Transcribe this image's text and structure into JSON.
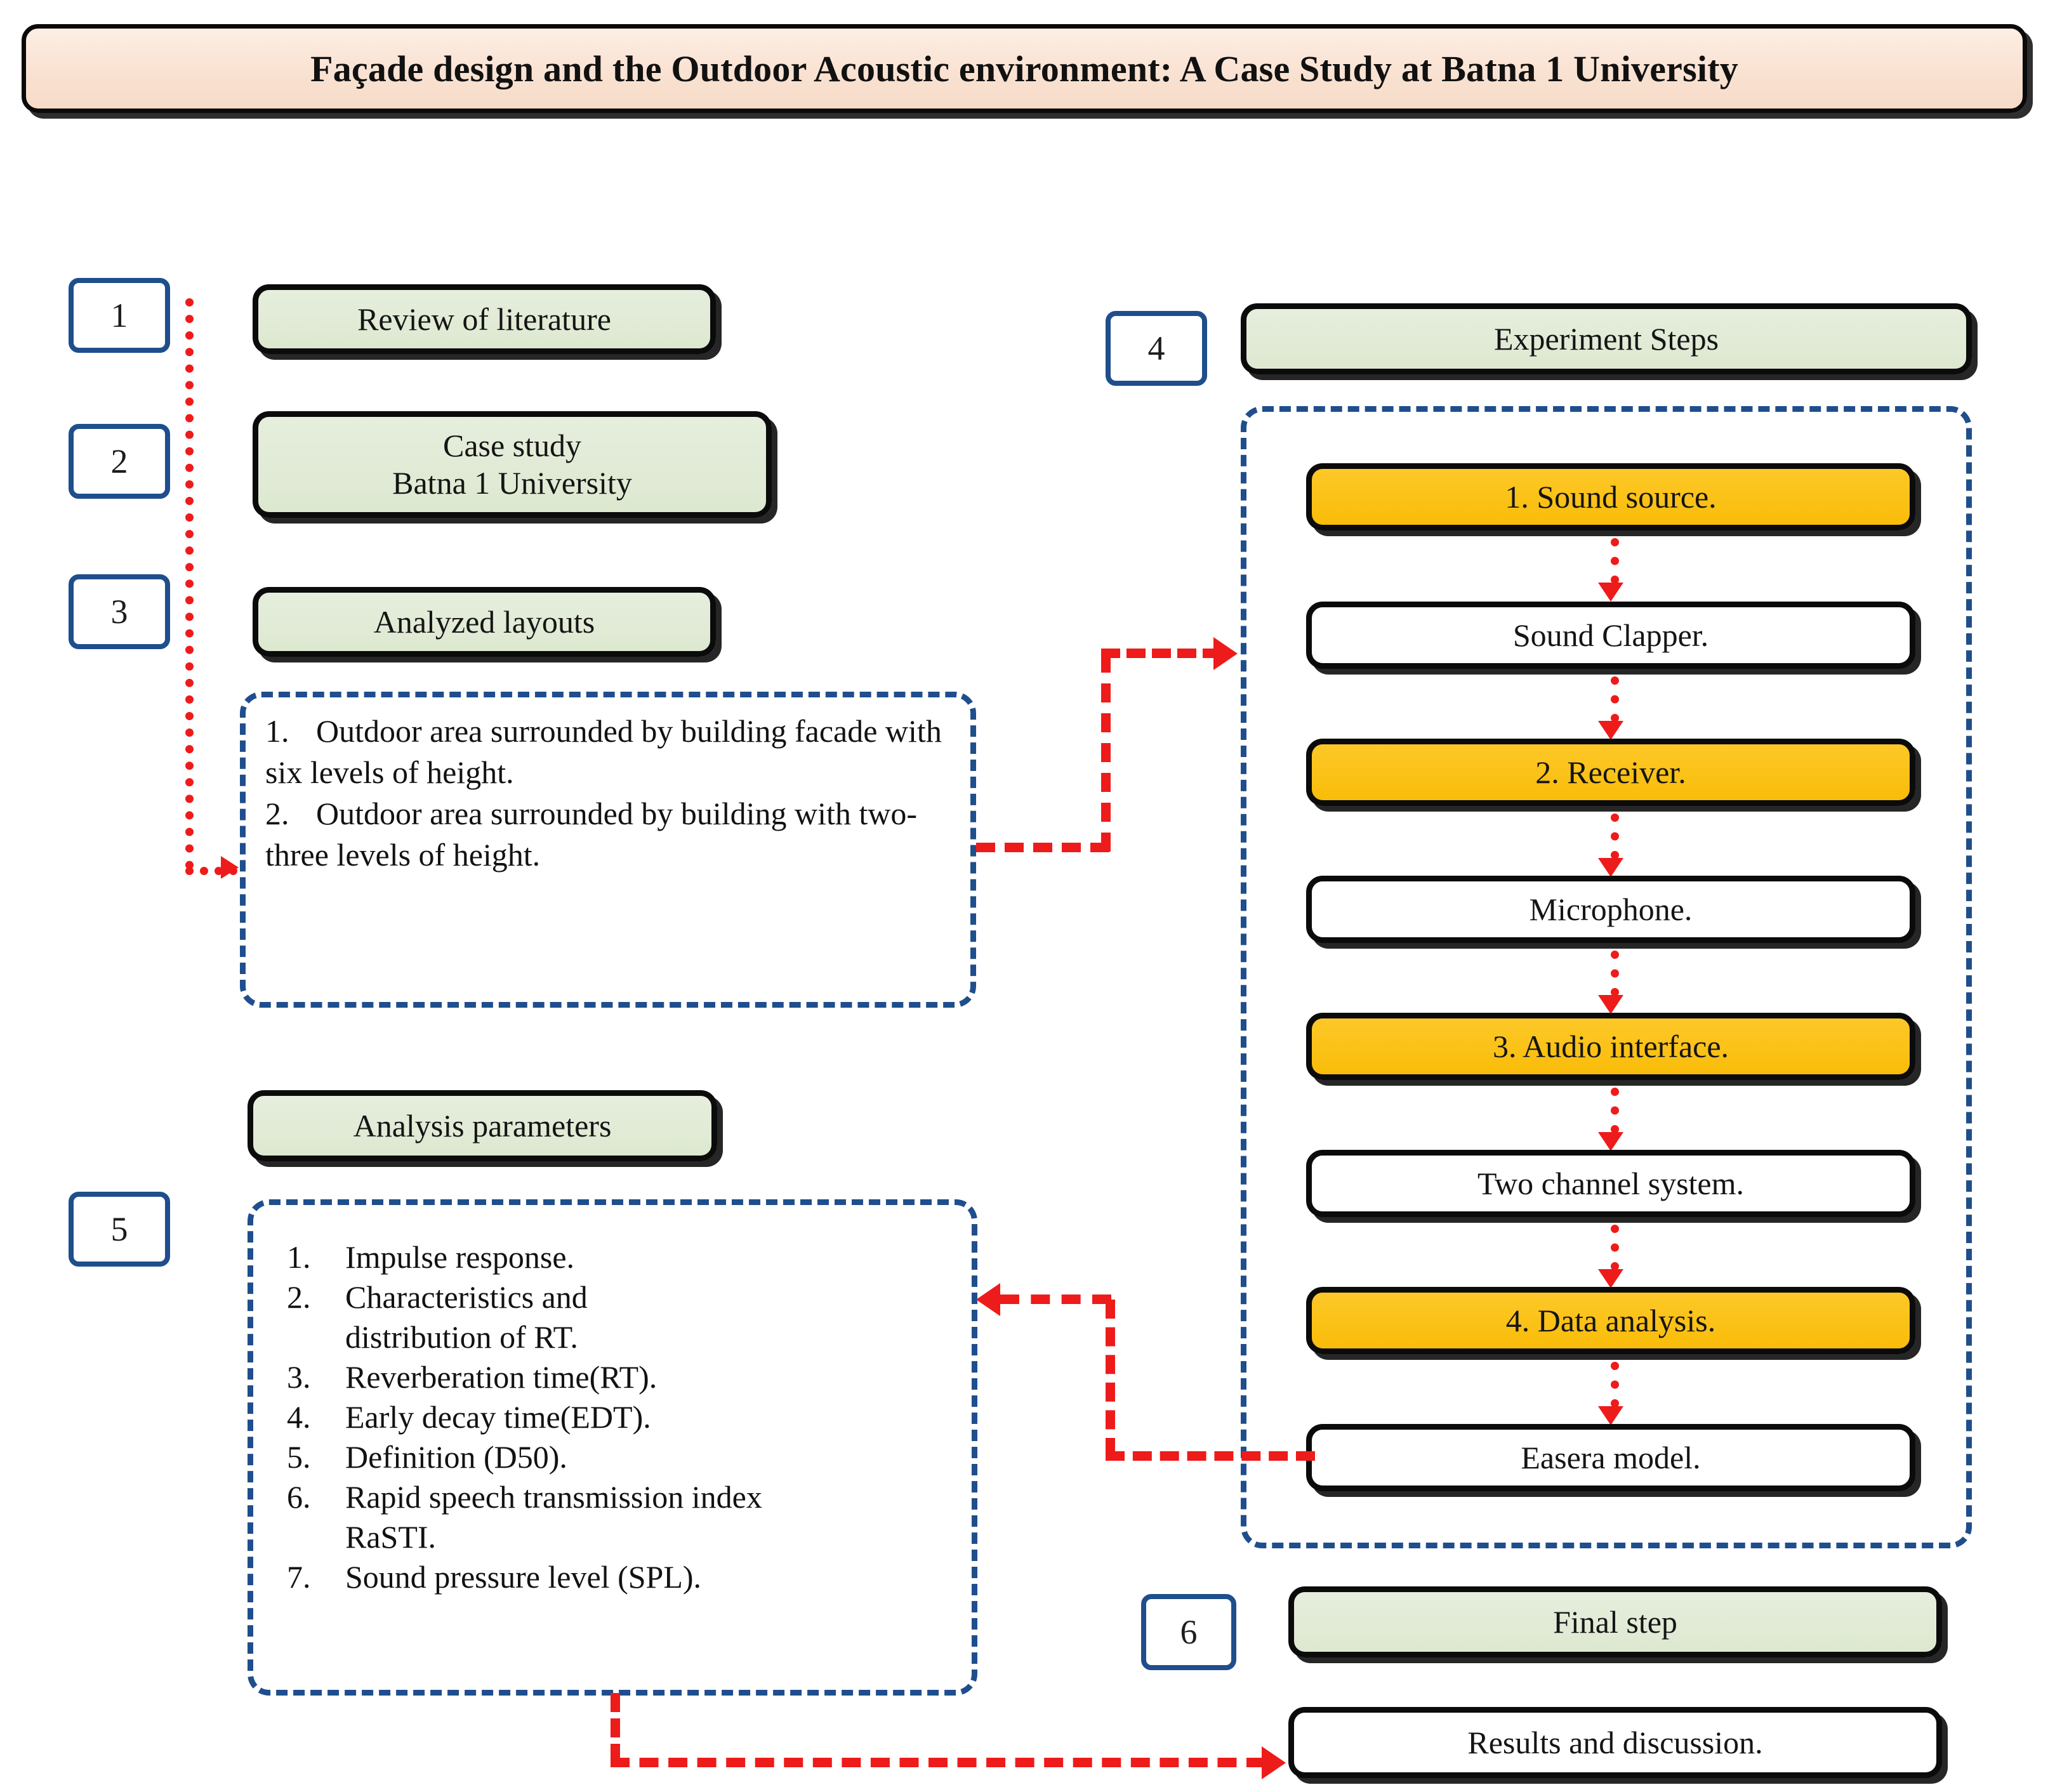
{
  "title": {
    "text": "Façade design and the Outdoor Acoustic environment: A Case Study at Batna 1 University"
  },
  "badges": {
    "one": "1",
    "two": "2",
    "three": "3",
    "four": "4",
    "five": "5",
    "six": "6"
  },
  "left_column": {
    "review_of_literature": "Review of literature",
    "case_study_line1": "Case study",
    "case_study_line2": "Batna 1 University",
    "analyzed_layouts": "Analyzed layouts",
    "analysis_parameters": "Analysis parameters"
  },
  "layouts_list": {
    "items": [
      {
        "num": "1.",
        "text": "Outdoor area surrounded by building facade with six levels of height."
      },
      {
        "num": "2.",
        "text": "Outdoor area surrounded by building with two-three levels of height."
      }
    ]
  },
  "parameters_list": {
    "items": [
      {
        "num": "1.",
        "text": "Impulse response."
      },
      {
        "num": "2.",
        "text": "Characteristics and distribution of RT."
      },
      {
        "num": "3.",
        "text": "Reverberation time(RT)."
      },
      {
        "num": "4.",
        "text": "Early decay time(EDT)."
      },
      {
        "num": "5.",
        "text": "Definition (D50)."
      },
      {
        "num": "6.",
        "text": "Rapid speech transmission index RaSTI."
      },
      {
        "num": "7.",
        "text": "Sound pressure level (SPL)."
      }
    ]
  },
  "right_column": {
    "experiment_steps_header": "Experiment Steps",
    "steps": [
      {
        "label": "1. Sound source.",
        "style": "orange"
      },
      {
        "label": "Sound Clapper.",
        "style": "white"
      },
      {
        "label": "2. Receiver.",
        "style": "orange"
      },
      {
        "label": "Microphone.",
        "style": "white"
      },
      {
        "label": "3. Audio interface.",
        "style": "orange"
      },
      {
        "label": "Two channel system.",
        "style": "white"
      },
      {
        "label": "4. Data analysis.",
        "style": "orange"
      },
      {
        "label": "Easera model.",
        "style": "white"
      }
    ],
    "final_step_header": "Final step",
    "results_and_discussion": "Results and discussion."
  },
  "colors": {
    "title_background": "#f9e2d2",
    "green_node": "#dfe8d4",
    "orange_node": "#fbc017",
    "white_node": "#ffffff",
    "badge_border": "#1f4e8c",
    "dashed_container": "#1f4e8c",
    "connector": "#ee1b1b",
    "node_border": "#0b0b0b"
  }
}
